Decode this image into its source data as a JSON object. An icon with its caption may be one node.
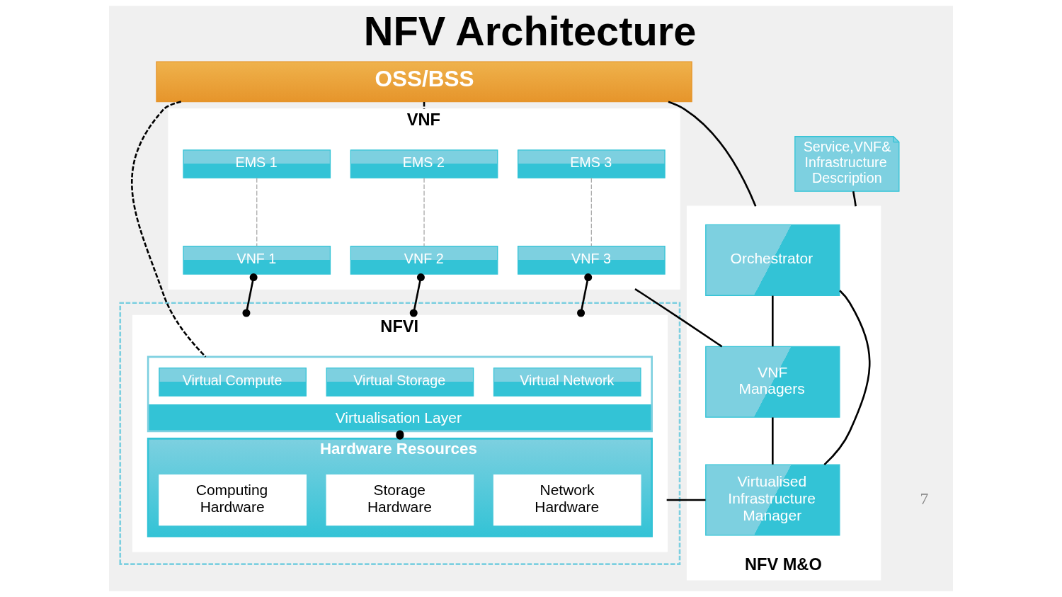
{
  "diagram": {
    "title": "NFV Architecture",
    "nodes": [
      {
        "text": [
          "OSS/BSS"
        ]
      },
      {
        "text": [
          "NFV M&O"
        ]
      },
      {
        "text": [
          "Orchestrator"
        ],
        "in": 1
      },
      {
        "text": [
          "Service,VNF& Infrastructure Description"
        ]
      },
      {
        "text": [
          "VNF"
        ]
      },
      {
        "text": [
          "EMS 1"
        ],
        "in": 4
      },
      {
        "text": [
          "EMS 2"
        ],
        "in": 4
      },
      {
        "text": [
          "EMS 3"
        ],
        "in": 4
      },
      {
        "text": [
          "VNF 1"
        ],
        "in": 4
      },
      {
        "text": [
          "VNF 2"
        ],
        "in": 4
      },
      {
        "text": [
          "VNF 3"
        ],
        "in": 4
      },
      {
        "text": [
          "VNF Managers"
        ],
        "in": 1
      },
      {
        "text": [],
        "shape": "box"
      },
      {
        "text": [
          "NFVI"
        ],
        "in": 12
      },
      {
        "text": [
          "Virtualisation Layer"
        ],
        "in": 13
      },
      {
        "text": [
          "Virtual Compute"
        ],
        "in": 14
      },
      {
        "text": [
          "Virtual Storage"
        ],
        "in": 14
      },
      {
        "text": [
          "Virtual Network"
        ],
        "in": 14
      },
      {
        "text": [
          "Hardware Resources"
        ],
        "in": 13
      },
      {
        "text": [
          "Computing Hardware"
        ],
        "in": 18
      },
      {
        "text": [
          "Storage Hardware"
        ],
        "in": 18
      },
      {
        "text": [
          "Network Hardware"
        ],
        "in": 18
      },
      {
        "text": [
          "Virtualised Infrastructure Manager"
        ],
        "in": 1
      }
    ],
    "edges": [
      {
        "from": 0,
        "to": 1,
        "arrow": "none"
      },
      {
        "from": 3,
        "to": 1,
        "arrow": "none"
      },
      {
        "from": 0,
        "to": 4,
        "arrow": "none",
        "style": "dashed"
      },
      {
        "from": 0,
        "to": 14,
        "arrow": "none",
        "style": "dashed"
      },
      {
        "from": 5,
        "to": 8,
        "arrow": "none",
        "style": "dashed",
        "color": "#aaaaaa"
      },
      {
        "from": 6,
        "to": 9,
        "arrow": "none",
        "style": "dashed",
        "color": "#aaaaaa"
      },
      {
        "from": 7,
        "to": 10,
        "arrow": "none",
        "style": "dashed",
        "color": "#aaaaaa"
      },
      {
        "from": 8,
        "to": 13,
        "arrow": "other"
      },
      {
        "from": 9,
        "to": 13,
        "arrow": "other"
      },
      {
        "from": 10,
        "to": 13,
        "arrow": "other"
      },
      {
        "from": 14,
        "to": 18,
        "arrow": "other"
      },
      {
        "from": 4,
        "to": 11,
        "arrow": "none"
      },
      {
        "from": 2,
        "to": 11,
        "arrow": "none"
      },
      {
        "from": 11,
        "to": 22,
        "arrow": "none"
      },
      {
        "from": 2,
        "to": 22,
        "arrow": "none"
      },
      {
        "from": 13,
        "to": 22,
        "arrow": "none"
      }
    ],
    "labels": [
      "7"
    ]
  }
}
